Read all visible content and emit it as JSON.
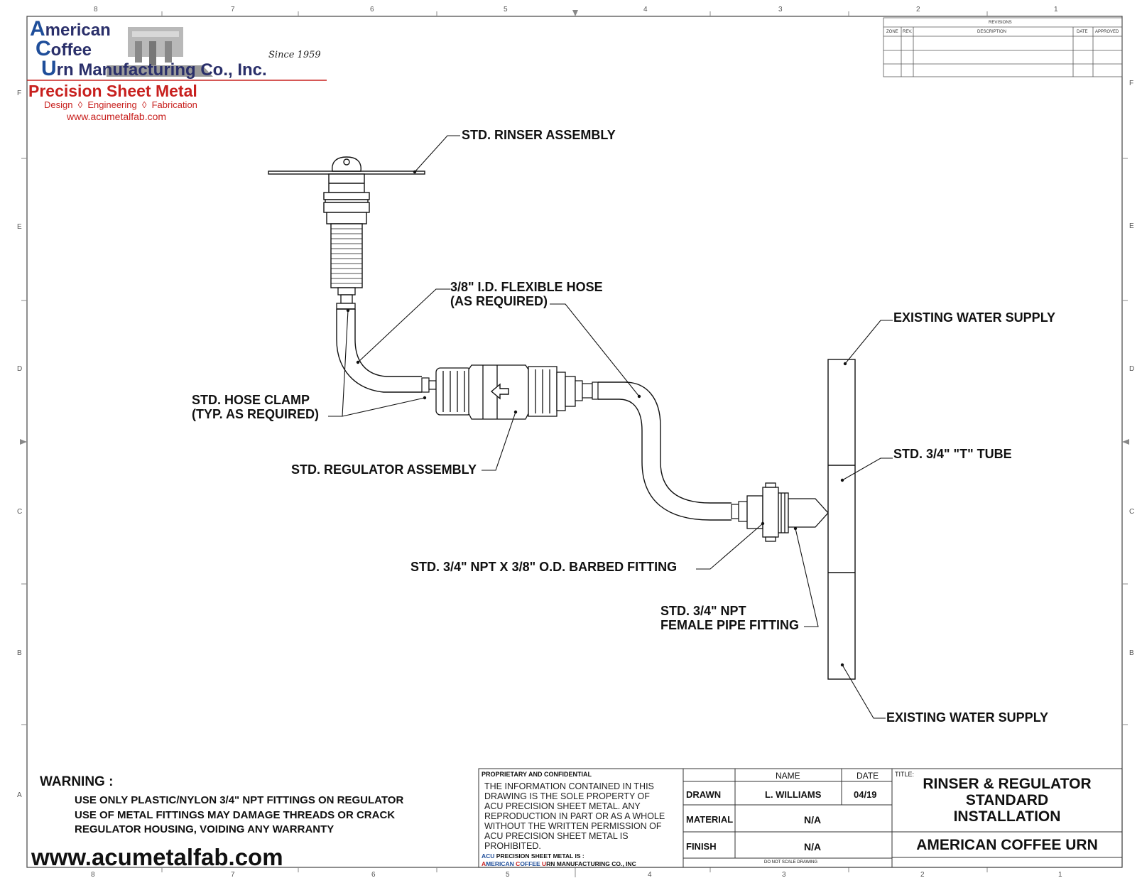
{
  "zones": {
    "top": [
      "8",
      "7",
      "6",
      "5",
      "4",
      "3",
      "2",
      "1"
    ],
    "bottom": [
      "8",
      "7",
      "6",
      "5",
      "4",
      "3",
      "2",
      "1"
    ],
    "left": [
      "F",
      "E",
      "D",
      "C",
      "B",
      "A"
    ],
    "right": [
      "F",
      "E",
      "D",
      "C",
      "B"
    ]
  },
  "logo": {
    "line1_initial": "A",
    "line1_rest": "merican",
    "line2_initial": "C",
    "line2_rest": "offee",
    "line3_initial": "U",
    "line3_rest": "rn Manufacturing Co., Inc.",
    "since": "Since 1959",
    "tagline": "Precision Sheet Metal",
    "services": "Design  ◊  Engineering  ◊  Fabrication",
    "website": "www.acumetalfab.com"
  },
  "revisions": {
    "title": "REVISIONS",
    "columns": [
      "ZONE",
      "REV.",
      "DESCRIPTION",
      "DATE",
      "APPROVED"
    ]
  },
  "callouts": {
    "rinser": "STD. RINSER ASSEMBLY",
    "hose_line1": "3/8\" I.D. FLEXIBLE HOSE",
    "hose_line2": "(AS REQUIRED)",
    "clamp_line1": "STD. HOSE CLAMP",
    "clamp_line2": "(TYP. AS REQUIRED)",
    "regulator": "STD. REGULATOR ASSEMBLY",
    "water_top": "EXISTING WATER SUPPLY",
    "t_tube": "STD. 3/4\" \"T\" TUBE",
    "barbed": "STD. 3/4\" NPT X 3/8\" O.D. BARBED FITTING",
    "female_line1": "STD. 3/4\" NPT",
    "female_line2": "FEMALE PIPE FITTING",
    "water_bottom": "EXISTING WATER SUPPLY"
  },
  "warning": {
    "title": "WARNING :",
    "lines": [
      "USE ONLY PLASTIC/NYLON 3/4\" NPT FITTINGS ON REGULATOR",
      "USE OF METAL FITTINGS MAY DAMAGE THREADS OR CRACK",
      "REGULATOR HOUSING, VOIDING ANY WARRANTY"
    ]
  },
  "footer_website": "www.acumetalfab.com",
  "title_block": {
    "proprietary_title": "PROPRIETARY AND CONFIDENTIAL",
    "proprietary_lines": [
      "THE INFORMATION CONTAINED IN THIS",
      "DRAWING IS THE SOLE PROPERTY OF",
      "ACU PRECISION SHEET METAL.  ANY",
      "REPRODUCTION IN PART OR AS A WHOLE",
      "WITHOUT THE WRITTEN PERMISSION OF",
      "ACU PRECISION SHEET METAL IS",
      "PROHIBITED."
    ],
    "acu_prefix": "ACU",
    "acu_rest": " PRECISION SHEET METAL IS :",
    "acu_company_a": "A",
    "acu_company_a_rest": "MERICAN ",
    "acu_company_c": "C",
    "acu_company_c_rest": "OFFEE ",
    "acu_company_u": "U",
    "acu_company_u_rest": "RN MANUFACTURING CO., INC",
    "name_header": "NAME",
    "date_header": "DATE",
    "drawn_label": "DRAWN",
    "drawn_name": "L. WILLIAMS",
    "drawn_date": "04/19",
    "material_label": "MATERIAL",
    "material_value": "N/A",
    "finish_label": "FINISH",
    "finish_value": "N/A",
    "do_not_scale": "DO NOT SCALE DRAWING",
    "title_label": "TITLE:",
    "title_lines": [
      "RINSER & REGULATOR",
      "STANDARD",
      "INSTALLATION"
    ],
    "company": "AMERICAN COFFEE URN"
  },
  "colors": {
    "logo_blue": "#1f4e9a",
    "logo_red": "#c8201e",
    "ink": "#111111"
  }
}
